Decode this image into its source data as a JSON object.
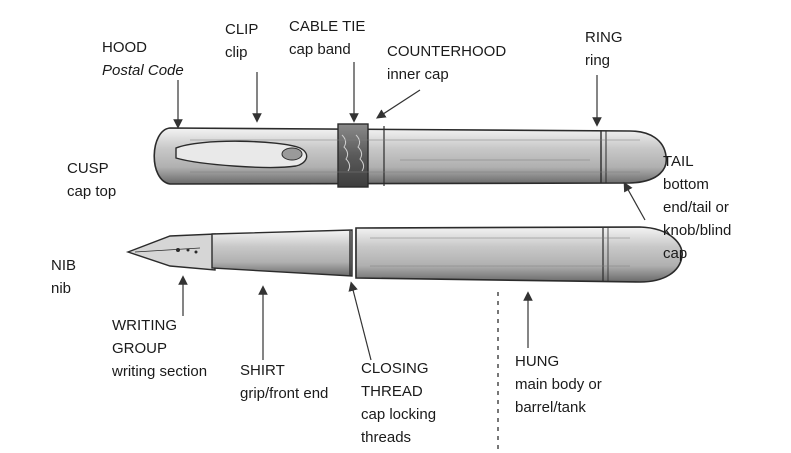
{
  "labels": {
    "hood": {
      "term": "HOOD",
      "desc": "Postal Code"
    },
    "clip": {
      "term": "CLIP",
      "desc": "clip"
    },
    "cable_tie": {
      "term": "CABLE TIE",
      "desc": "cap band"
    },
    "counterhood": {
      "term": "COUNTERHOOD",
      "desc": "inner cap"
    },
    "ring": {
      "term": "RING",
      "desc": "ring"
    },
    "cusp": {
      "term": "CUSP",
      "desc": "cap top"
    },
    "tail": {
      "term": "TAIL",
      "desc_lines": [
        "bottom",
        "end/tail or",
        "knob/blind",
        "cap"
      ]
    },
    "nib": {
      "term": "NIB",
      "desc": "nib"
    },
    "writing_group": {
      "term_lines": [
        "WRITING",
        "GROUP"
      ],
      "desc": "writing section"
    },
    "shirt": {
      "term": "SHIRT",
      "desc": "grip/front end"
    },
    "closing_thread": {
      "term_lines": [
        "CLOSING",
        "THREAD"
      ],
      "desc_lines": [
        "cap locking",
        "threads"
      ]
    },
    "hung": {
      "term": "HUNG",
      "desc_lines": [
        "main body or",
        "barrel/tank"
      ]
    }
  }
}
